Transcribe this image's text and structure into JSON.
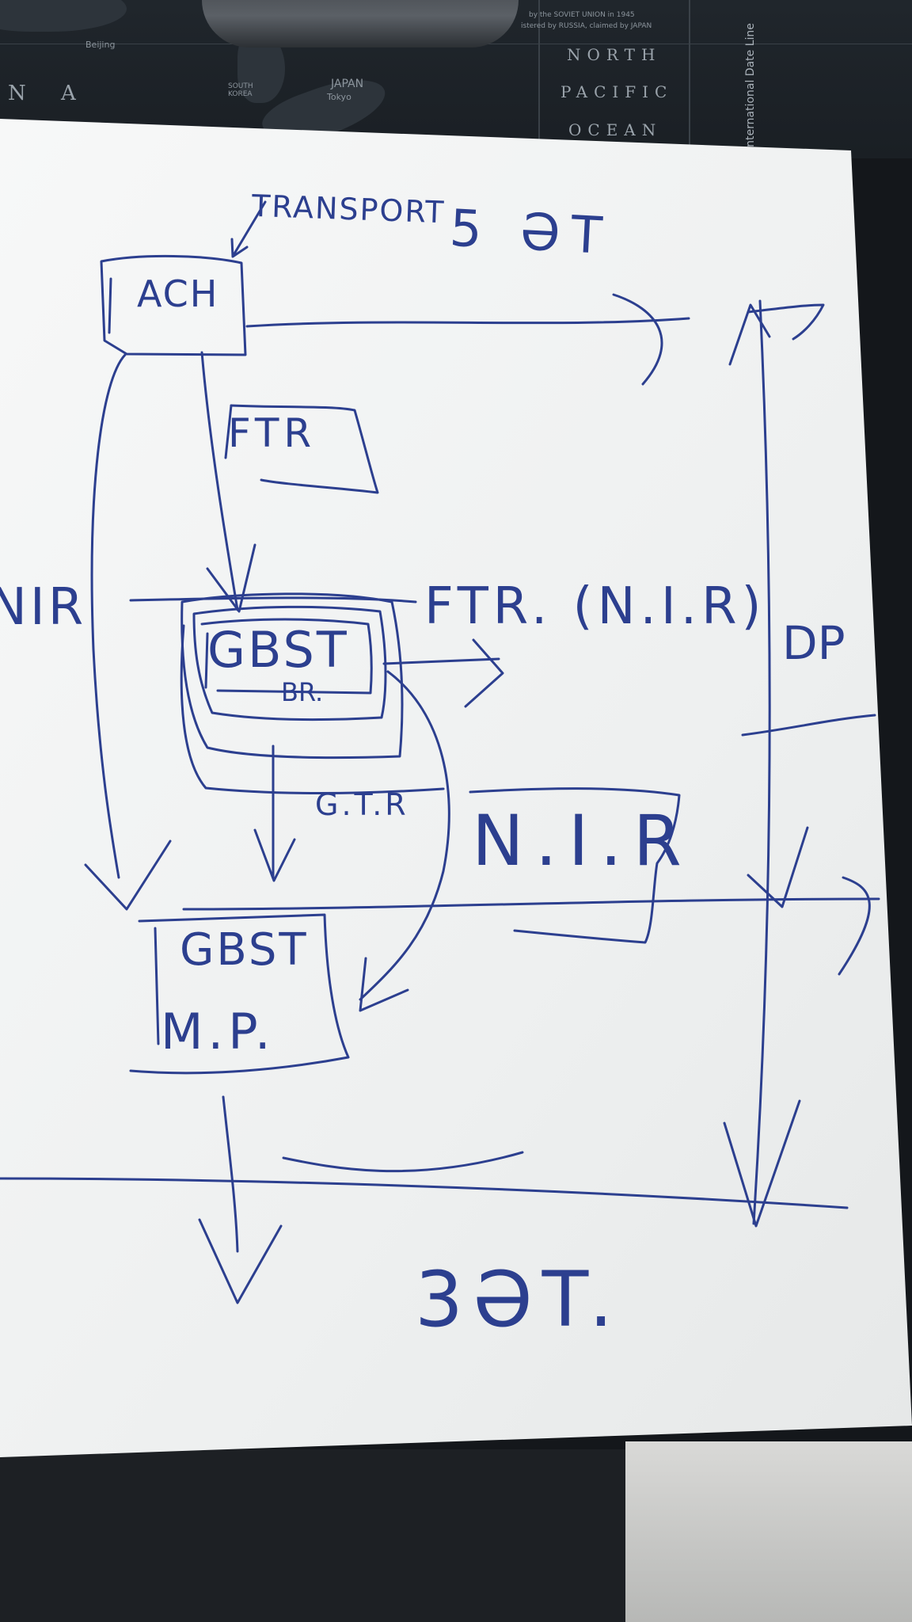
{
  "map": {
    "ocean_words": [
      "NORTH",
      "PACIFIC",
      "OCEAN"
    ],
    "country_fragment": "N A",
    "city_beijing": "Beijing",
    "label_japan": "JAPAN",
    "city_tokyo": "Tokyo",
    "label_korea_south": "SOUTH KOREA",
    "dateline": "International Date Line",
    "claim_line_1": "by the SOVIET UNION in 1945",
    "claim_line_2": "istered by RUSSIA, claimed by JAPAN"
  },
  "diagram": {
    "ink_color": "#2c3f8f",
    "paper_color": "#f4f5f5",
    "labels": {
      "transport": "TRANSPORT",
      "top_right": "5 ӘT",
      "ach": "ACH",
      "ftr": "FTR",
      "nir_left": "NIR",
      "gbst_br": "GBST",
      "br": "BR.",
      "ftr_nir": "FTR. (N.I.R)",
      "dp": "DP",
      "gtr": "G.T.R",
      "nir_box": "N.I.R",
      "gbst_mp": "GBST",
      "mp": "M.P.",
      "bottom": "3ӘT."
    }
  }
}
